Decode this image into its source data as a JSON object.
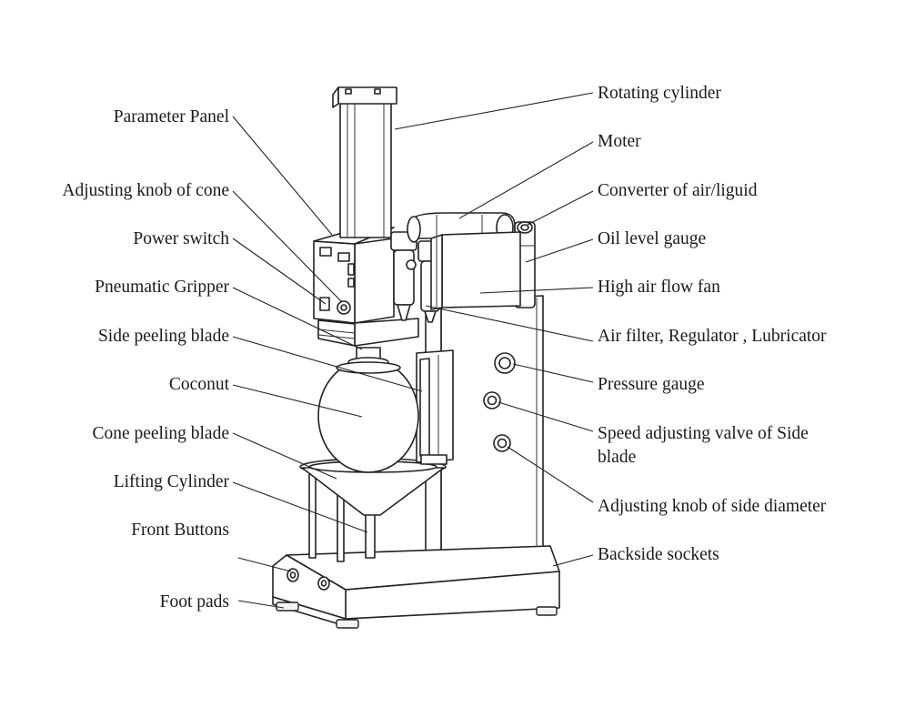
{
  "left_labels": [
    {
      "id": "parameter-panel",
      "text": "Parameter  Panel"
    },
    {
      "id": "adjusting-knob-of-cone",
      "text": "Adjusting knob of cone"
    },
    {
      "id": "power-switch",
      "text": "Power  switch"
    },
    {
      "id": "pneumatic-gripper",
      "text": "Pneumatic  Gripper"
    },
    {
      "id": "side-peeling-blade",
      "text": "Side  peeling  blade"
    },
    {
      "id": "coconut",
      "text": "Coconut"
    },
    {
      "id": "cone-peeling-blade",
      "text": "Cone peeling blade"
    },
    {
      "id": "lifting-cylinder",
      "text": "Lifting Cylinder"
    },
    {
      "id": "front-buttons",
      "text": "Front  Buttons"
    },
    {
      "id": "foot-pads",
      "text": "Foot pads"
    }
  ],
  "right_labels": [
    {
      "id": "rotating-cylinder",
      "text": "Rotating cylinder"
    },
    {
      "id": "moter",
      "text": "Moter"
    },
    {
      "id": "converter",
      "text": "Converter of air/liguid"
    },
    {
      "id": "oil-level-gauge",
      "text": "Oil level gauge"
    },
    {
      "id": "high-air-flow-fan",
      "text": "High air flow fan"
    },
    {
      "id": "air-filter",
      "text": "Air filter, Regulator , Lubricator"
    },
    {
      "id": "pressure-gauge",
      "text": "Pressure gauge"
    },
    {
      "id": "speed-adjusting-valve",
      "text": "Speed  adjusting  valve  of  Side",
      "text2": "blade"
    },
    {
      "id": "adjusting-knob-side-diameter",
      "text": "Adjusting knob of side diameter"
    },
    {
      "id": "backside-sockets",
      "text": "Backside sockets"
    }
  ]
}
